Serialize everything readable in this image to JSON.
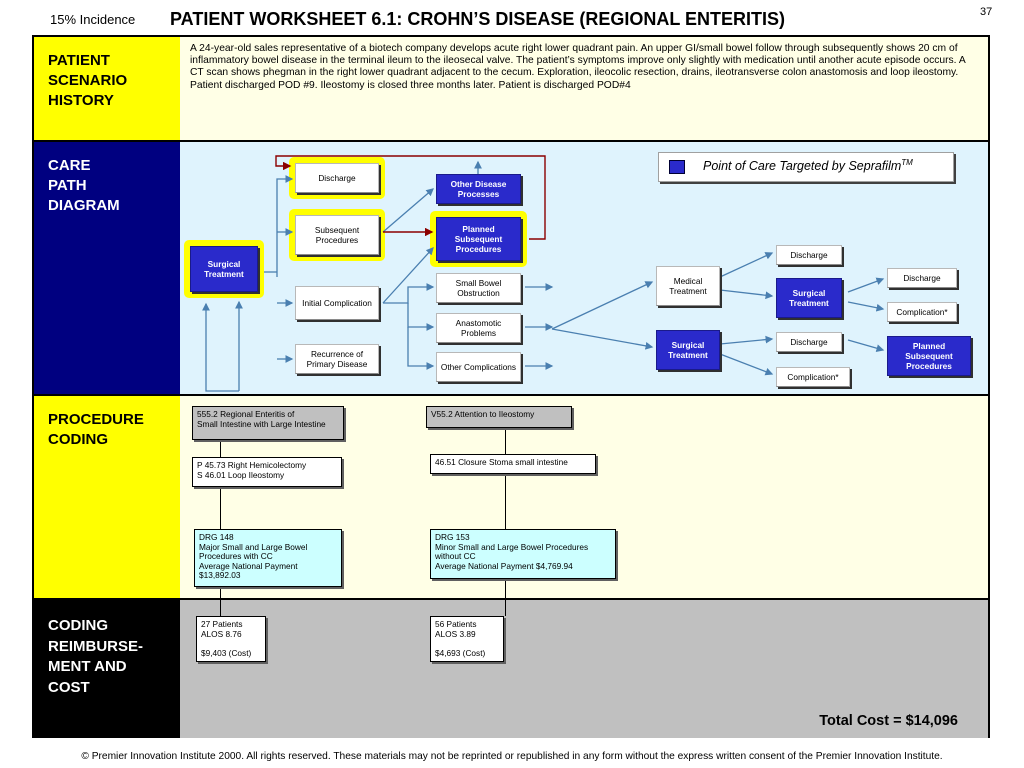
{
  "header": {
    "incidence": "15% Incidence",
    "title": "PATIENT WORKSHEET 6.1:  CROHN’S DISEASE (REGIONAL ENTERITIS)",
    "page_number": "37"
  },
  "scenario": {
    "label": "PATIENT\nSCENARIO\nHISTORY",
    "text": "A 24-year-old sales representative of a biotech company develops acute right lower quadrant pain.  An upper GI/small bowel follow through subsequently shows 20 cm of inflammatory bowel disease in the terminal ileum to the ileosecal valve.  The patient’s symptoms improve only slightly with medication until another acute episode occurs.  A CT scan shows phegman in the right lower quadrant adjacent to the cecum.  Exploration, ileocolic resection, drains, ileotransverse colon anastomosis and loop ileostomy.  Patient discharged POD #9.  Ileostomy is closed three months later. Patient is discharged POD#4"
  },
  "care_path": {
    "label": "CARE\nPATH\nDIAGRAM",
    "legend_text": "Point of Care Targeted by Seprafilm",
    "legend_superscript": "TM",
    "nodes": {
      "surgical_treatment_start": "Surgical Treatment",
      "discharge_top": "Discharge",
      "subsequent_procedures": "Subsequent Procedures",
      "initial_complication": "Initial Complication",
      "recurrence": "Recurrence of Primary Disease",
      "other_disease_processes": "Other Disease Processes",
      "planned_subsequent_procedures": "Planned Subsequent Procedures",
      "small_bowel_obstruction": "Small Bowel Obstruction",
      "anastomotic_problems": "Anastomotic Problems",
      "other_complications": "Other Complications",
      "medical_treatment": "Medical Treatment",
      "surgical_treatment_lower": "Surgical Treatment",
      "discharge_upper": "Discharge",
      "surgical_treatment_mid": "Surgical Treatment",
      "discharge_mid": "Discharge",
      "complication_mid": "Complication*",
      "discharge_lower": "Discharge",
      "complication_lower": "Complication*",
      "planned_subsequent_procedures_right": "Planned Subsequent Procedures"
    }
  },
  "procedure_coding": {
    "label": "PROCEDURE\nCODING",
    "left": {
      "diagnosis": "555.2  Regional Enteritis of\nSmall Intestine with Large Intestine",
      "procedures": "P  45.73  Right Hemicolectomy\nS  46.01  Loop Ileostomy",
      "drg": "DRG 148\nMajor  Small and Large Bowel\nProcedures  with  CC\nAverage  National Payment\n$13,892.03"
    },
    "right": {
      "diagnosis": "V55.2  Attention to Ileostomy",
      "procedures": "46.51  Closure Stoma small intestine",
      "drg": "DRG 153\nMinor  Small and Large Bowel Procedures\nwithout  CC\nAverage  National Payment $4,769.94"
    }
  },
  "reimbursement": {
    "label": "CODING\nREIMBURSE-\nMENT AND\nCOST",
    "left": " 27 Patients\nALOS 8.76\n\n$9,403  (Cost)",
    "right": "56 Patients\nALOS 3.89\n\n$4,693  (Cost)",
    "total": "Total Cost = $14,096"
  },
  "footer": "© Premier Innovation Institute 2000.  All rights reserved. These materials may not be reprinted or republished in any form without the express written consent of the Premier Innovation Institute.",
  "colors": {
    "highlight": "#ffff00",
    "node_blue": "#2a2acb",
    "care_path_bg": "#dff3fd",
    "coding_bg": "#ffffe6",
    "drg_bg": "#ccffff",
    "cost_bg": "#c0c0c0",
    "arrow": "#4a7fb0",
    "highlight_arrow": "#8b0000"
  }
}
